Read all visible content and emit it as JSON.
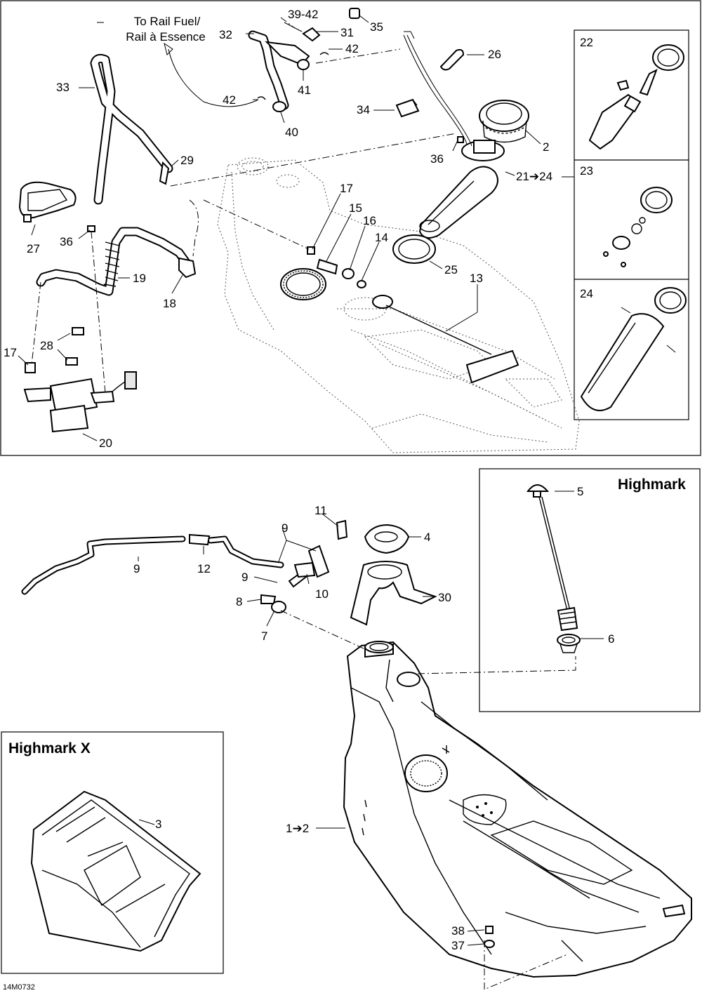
{
  "document_code": "14M0732",
  "callouts": {
    "rail_fuel": "To Rail Fuel/",
    "rail_essence": "Rail à Essence",
    "c39_42": "39-42",
    "c35": "35",
    "c32": "32",
    "c31": "31",
    "c42a": "42",
    "c26": "26",
    "c33": "33",
    "c41": "41",
    "c42b": "42",
    "c34": "34",
    "c40": "40",
    "c2a": "2",
    "c36a": "36",
    "c29": "29",
    "c21_24": "21➔24",
    "c17a": "17",
    "c15": "15",
    "c16": "16",
    "c14": "14",
    "c27": "27",
    "c36b": "36",
    "c25": "25",
    "c13": "13",
    "c19": "19",
    "c18": "18",
    "c28": "28",
    "c17b": "17",
    "c20": "20",
    "c22": "22",
    "c23": "23",
    "c24": "24",
    "c5": "5",
    "c11": "11",
    "c4": "4",
    "c9a": "9",
    "c9b": "9",
    "c9c": "9",
    "c12": "12",
    "c10": "10",
    "c30": "30",
    "c8": "8",
    "c7": "7",
    "c6": "6",
    "c3": "3",
    "c1_2": "1➔2",
    "c38": "38",
    "c37": "37"
  },
  "insets": {
    "highmark": "Highmark",
    "highmark_x": "Highmark X"
  }
}
